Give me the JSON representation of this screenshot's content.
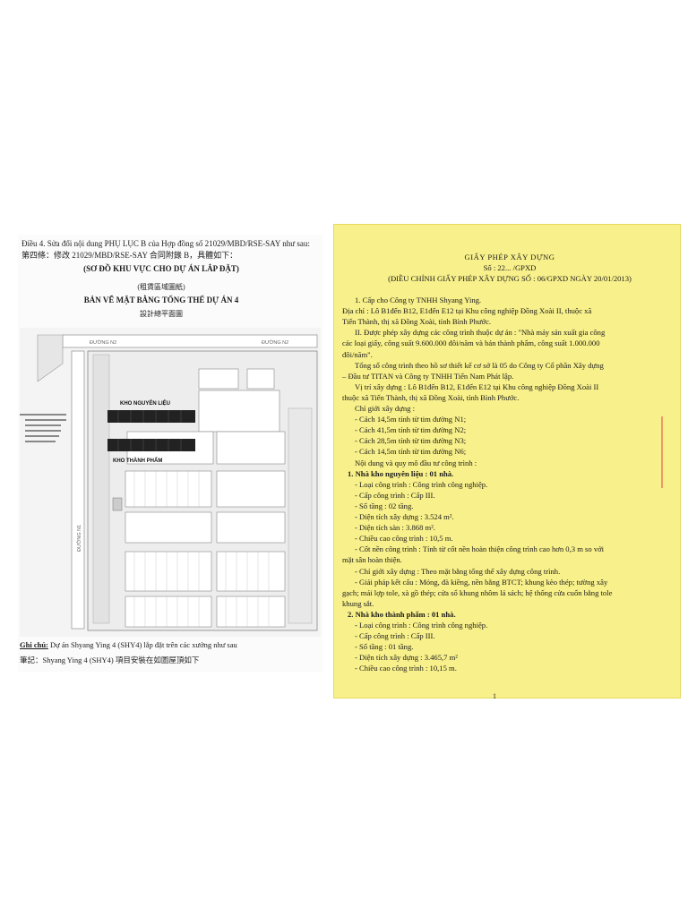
{
  "left_page": {
    "title1": "Điều 4. Sửa đổi nội dung PHỤ LỤC B của Hợp đồng số 21029/MBD/RSE-SAY như sau:",
    "title2": "第四條：修改 21029/MBD/RSE-SAY 合同附錄 B，具體如下：",
    "title3": "(SƠ ĐỒ KHU VỰC CHO DỰ ÁN LẮP ĐẶT)",
    "title4": "(租賃區域圖紙)",
    "title5": "BẢN VẼ MẶT BẰNG TỔNG THỂ DỰ ÁN 4",
    "title6": "設計總平面圖",
    "plan_labels": {
      "road_n2_left": "ĐƯỜNG N2",
      "road_n2_right": "ĐƯỜNG N2",
      "road_n1": "ĐƯỜNG N1",
      "warehouse_raw": "KHO NGUYÊN LIỆU",
      "warehouse_product": "KHO THÀNH PHẨM"
    },
    "note_prefix": "Ghi chú:",
    "note1": " Dự án Shyang Ying 4 (SHY4) lắp đặt trên các xưởng như sau",
    "note2": "筆記：Shyang Ying 4 (SHY4) 項目安裝在如圖屋頂如下"
  },
  "right_page": {
    "title": "GIẤY PHÉP XÂY DỰNG",
    "number": "Số : 22... /GPXD",
    "adjust": "(ĐIỀU CHỈNH GIẤY PHÉP XÂY DỰNG SỐ : 06/GPXD NGÀY 20/01/2013)",
    "lines": [
      {
        "text": "1. Cấp cho Công ty TNHH Shyang Ying.",
        "bold": false
      },
      {
        "text": "Địa chỉ : Lô B1đến B12, E1đến E12 tại Khu công nghiệp Đồng Xoài II, thuộc xã",
        "bold": false
      },
      {
        "text": "Tiến Thành, thị xã Đồng Xoài, tỉnh Bình Phước.",
        "bold": false
      },
      {
        "text": "II. Được phép xây dựng các công trình thuộc dự án : \"Nhà máy sản xuất gia công",
        "bold": false
      },
      {
        "text": "các loại giấy, công suất 9.600.000 đôi/năm và bán thành phẩm, công suất 1.000.000",
        "bold": false
      },
      {
        "text": "đôi/năm\".",
        "bold": false
      },
      {
        "text": "Tổng số công trình theo hồ sơ thiết kế cơ sở là 05 do Công ty Cổ phần Xây dựng",
        "bold": false
      },
      {
        "text": "– Đầu tư TITAN và Công ty TNHH Tiến Nam Phát lập.",
        "bold": false
      },
      {
        "text": "Vị trí xây dựng : Lô B1đến B12, E1đến E12 tại Khu công nghiệp Đồng Xoài II",
        "bold": false
      },
      {
        "text": "thuộc xã Tiến Thành, thị xã Đồng Xoài, tỉnh Bình Phước.",
        "bold": false
      },
      {
        "text": "Chỉ giới xây dựng :",
        "bold": false
      },
      {
        "text": "- Cách 14,5m tính từ tim đường N1;",
        "bold": false
      },
      {
        "text": "- Cách 41,5m tính từ tim đường N2;",
        "bold": false
      },
      {
        "text": "- Cách 28,5m tính từ tim đường N3;",
        "bold": false
      },
      {
        "text": "- Cách 14,5m tính từ tim đường N6;",
        "bold": false
      },
      {
        "text": "Nội dung và quy mô đầu tư công trình :",
        "bold": false
      },
      {
        "text": "1. Nhà kho nguyên liệu : 01 nhà.",
        "bold": true
      },
      {
        "text": "- Loại công trình : Công trình công nghiệp.",
        "bold": false
      },
      {
        "text": "- Cấp công trình : Cấp III.",
        "bold": false
      },
      {
        "text": "- Số tầng : 02 tầng.",
        "bold": false
      },
      {
        "text": "- Diện tích xây dựng : 3.524 m².",
        "bold": false
      },
      {
        "text": "- Diện tích sàn : 3.868 m².",
        "bold": false
      },
      {
        "text": "- Chiều cao công trình : 10,5 m.",
        "bold": false
      },
      {
        "text": "- Cốt nền công trình : Tính từ cốt nền hoàn thiện công trình cao hơn 0,3 m so với",
        "bold": false
      },
      {
        "text": "mặt sân hoàn thiện.",
        "bold": false
      },
      {
        "text": "- Chỉ giới xây dựng : Theo mặt bằng tổng thể xây dựng công trình.",
        "bold": false
      },
      {
        "text": "- Giải pháp kết cấu : Móng, đà kiềng, nền bằng BTCT; khung kèo thép; tường xây",
        "bold": false
      },
      {
        "text": "gạch; mái lợp tole, xà gồ thép; cửa sổ khung nhôm lá sách; hệ thống cửa cuốn bằng tole",
        "bold": false
      },
      {
        "text": "khung sắt.",
        "bold": false
      },
      {
        "text": "2. Nhà kho thành phẩm : 01 nhà.",
        "bold": true
      },
      {
        "text": "- Loại công trình : Công trình công nghiệp.",
        "bold": false
      },
      {
        "text": "- Cấp công trình : Cấp III.",
        "bold": false
      },
      {
        "text": "- Số tầng : 01 tầng.",
        "bold": false
      },
      {
        "text": "- Diện tích xây dựng : 3.465,7 m²",
        "bold": false
      },
      {
        "text": "- Chiều cao công trình : 10,15 m.",
        "bold": false
      }
    ],
    "page_number": "1"
  }
}
